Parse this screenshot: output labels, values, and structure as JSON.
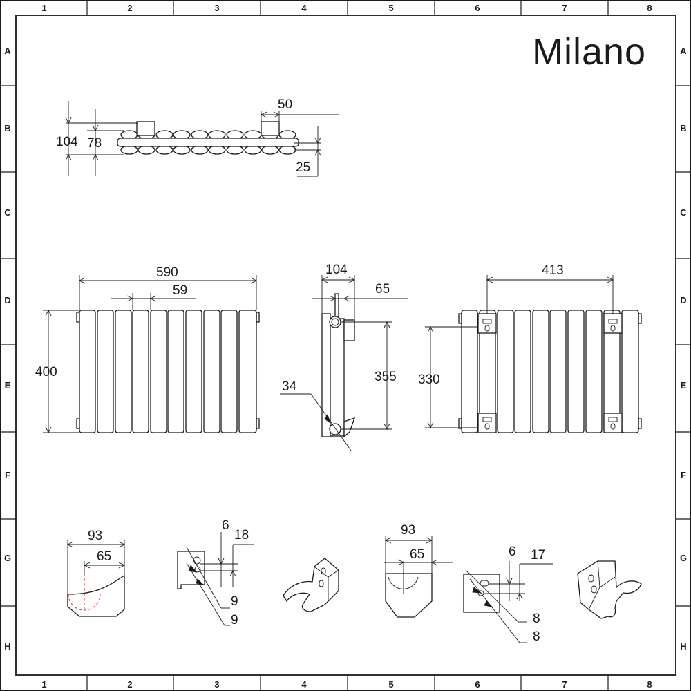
{
  "brand": {
    "logo_text": "Milano"
  },
  "grid": {
    "columns": [
      "1",
      "2",
      "3",
      "4",
      "5",
      "6",
      "7",
      "8"
    ],
    "rows": [
      "A",
      "B",
      "C",
      "D",
      "E",
      "F",
      "G",
      "H"
    ]
  },
  "top_view": {
    "dims": {
      "depth_overall": "104",
      "depth_panel": "78",
      "pipe_spacing": "50",
      "pipe_depth": "25"
    }
  },
  "front_view": {
    "dims": {
      "width": "590",
      "section_pitch": "59",
      "height": "400"
    }
  },
  "side_view": {
    "dims": {
      "depth": "104",
      "wall_gap": "65",
      "pipe_centres": "355",
      "pipe_diameter": "34"
    }
  },
  "rear_view": {
    "dims": {
      "bracket_width": "413",
      "bracket_height": "330"
    }
  },
  "bracket_1": {
    "dims": {
      "width": "93",
      "inner": "65"
    }
  },
  "bracket_2": {
    "dims": {
      "slot_a": "6",
      "slot_b": "18",
      "hole_a": "9",
      "hole_b": "9"
    }
  },
  "bracket_3": {
    "dims": {
      "width": "93",
      "inner": "65"
    }
  },
  "bracket_4": {
    "dims": {
      "slot_a": "6",
      "slot_b": "17",
      "hole_a": "8",
      "hole_b": "8"
    }
  }
}
